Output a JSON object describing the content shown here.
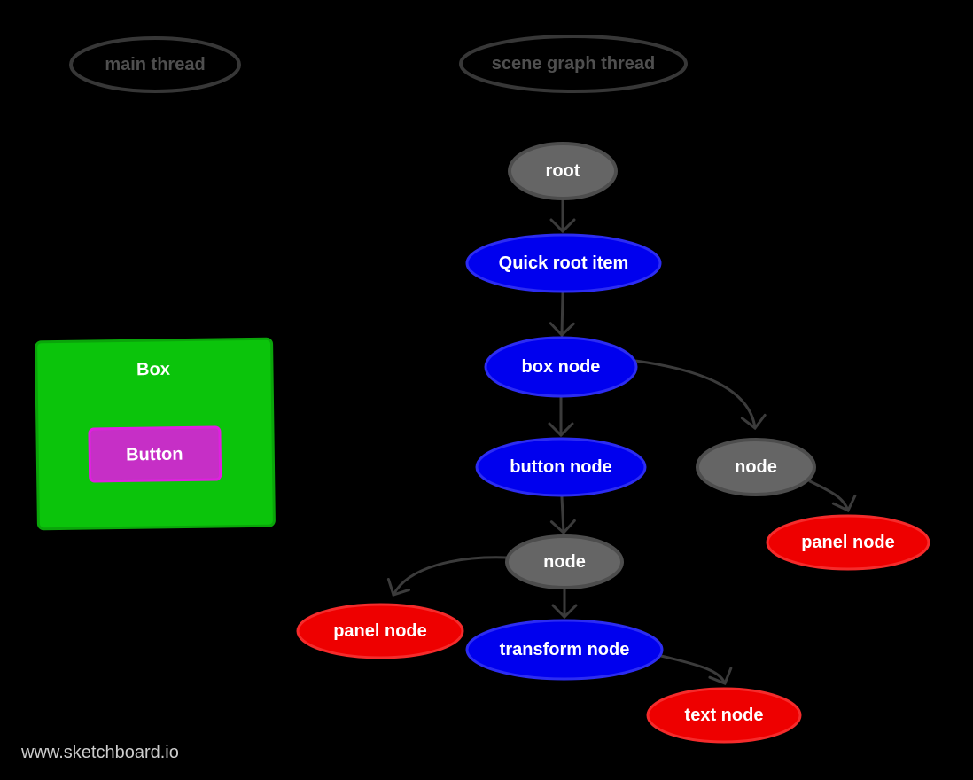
{
  "watermark": {
    "label": "www.sketchboard.io"
  },
  "threads": {
    "main": {
      "label": "main thread"
    },
    "scene_graph": {
      "label": "scene graph thread"
    }
  },
  "ui_preview": {
    "box": {
      "label": "Box"
    },
    "button": {
      "label": "Button"
    }
  },
  "nodes": {
    "root": {
      "label": "root",
      "color": "gray"
    },
    "quick_root_item": {
      "label": "Quick root item",
      "color": "blue"
    },
    "box_node": {
      "label": "box node",
      "color": "blue"
    },
    "button_node": {
      "label": "button node",
      "color": "blue"
    },
    "node_mid": {
      "label": "node",
      "color": "gray"
    },
    "panel_node_left": {
      "label": "panel node",
      "color": "red"
    },
    "transform_node": {
      "label": "transform node",
      "color": "blue"
    },
    "text_node": {
      "label": "text node",
      "color": "red"
    },
    "node_right": {
      "label": "node",
      "color": "gray"
    },
    "panel_node_right": {
      "label": "panel node",
      "color": "red"
    }
  },
  "edges": [
    {
      "from": "root",
      "to": "quick_root_item"
    },
    {
      "from": "quick_root_item",
      "to": "box_node"
    },
    {
      "from": "box_node",
      "to": "button_node"
    },
    {
      "from": "box_node",
      "to": "node_right"
    },
    {
      "from": "node_right",
      "to": "panel_node_right"
    },
    {
      "from": "button_node",
      "to": "node_mid"
    },
    {
      "from": "node_mid",
      "to": "panel_node_left"
    },
    {
      "from": "node_mid",
      "to": "transform_node"
    },
    {
      "from": "transform_node",
      "to": "text_node"
    }
  ],
  "colors": {
    "background": "#000000",
    "node_blue": "#0000ee",
    "node_red": "#ee0000",
    "node_gray": "#656565",
    "box_green": "#0bc40b",
    "button_magenta": "#c62fc6",
    "edge_stroke": "#3b3b3b",
    "thread_outline": "#373737",
    "thread_text": "#4f4f4f",
    "node_text": "#ffffff",
    "watermark_text": "#cccccc"
  }
}
